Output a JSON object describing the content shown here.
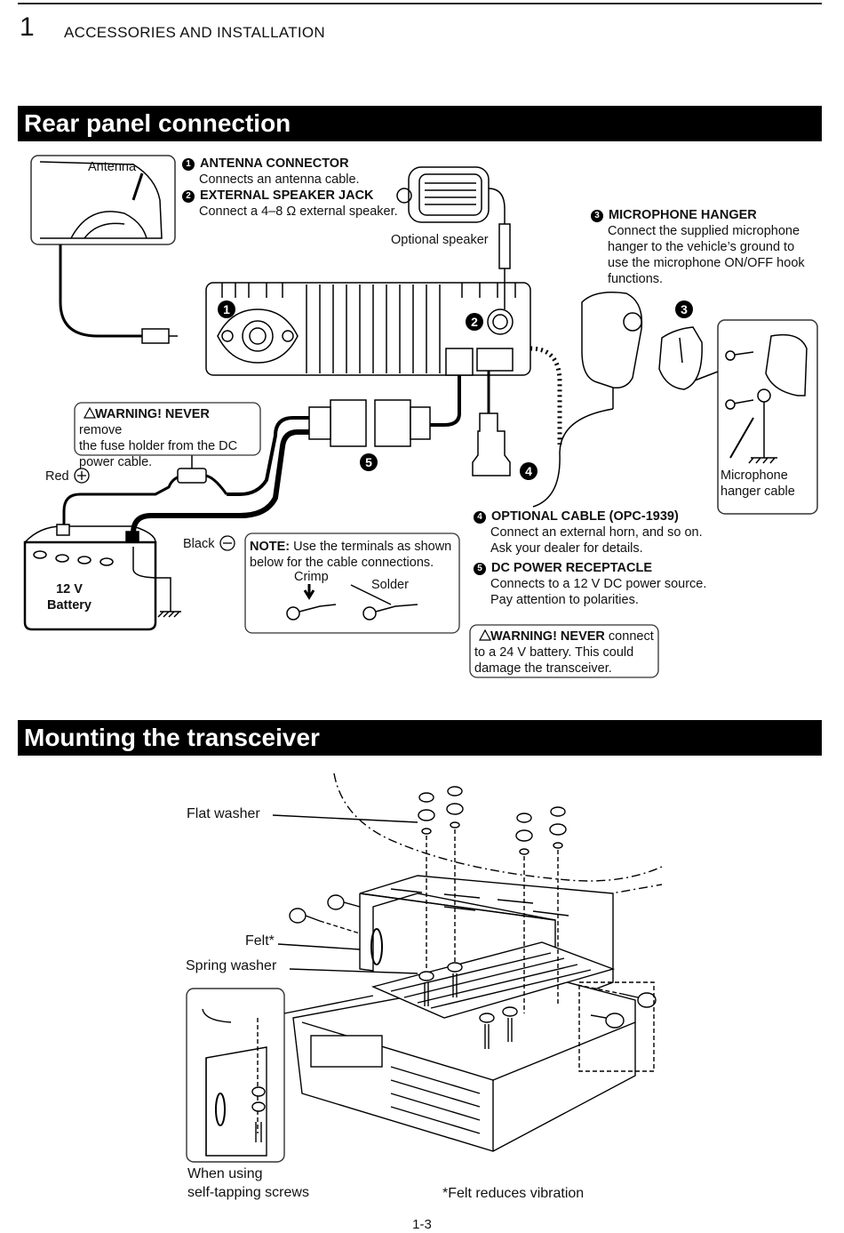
{
  "header": {
    "chapter_number": "1",
    "chapter_title": "ACCESSORIES AND INSTALLATION"
  },
  "section1": {
    "title": "Rear panel connection",
    "antenna_label": "Antenna",
    "items": {
      "antenna_connector": {
        "num": "1",
        "title": "ANTENNA CONNECTOR",
        "desc": "Connects an antenna cable."
      },
      "ext_speaker": {
        "num": "2",
        "title": "EXTERNAL SPEAKER JACK",
        "desc": "Connect a 4–8 Ω external speaker."
      },
      "mic_hanger": {
        "num": "3",
        "title": "MICROPHONE HANGER",
        "desc_lines": [
          "Connect the supplied microphone",
          "hanger to the vehicle’s ground to",
          "use the microphone ON/OFF hook",
          "functions."
        ]
      },
      "optional_cable": {
        "num": "4",
        "title": "OPTIONAL CABLE (OPC-1939)",
        "desc_lines": [
          "Connect an external horn, and so on.",
          "Ask your dealer for details."
        ]
      },
      "dc_power": {
        "num": "5",
        "title": "DC POWER RECEPTACLE",
        "desc_lines": [
          "Connects to a 12 V DC power source.",
          "Pay attention to polarities."
        ]
      }
    },
    "optional_speaker_label": "Optional speaker",
    "warning_fuse": {
      "lead": "WARNING! NEVER",
      "rest": " remove",
      "lines": [
        "the fuse holder from the DC",
        "power cable."
      ]
    },
    "red_label": "Red",
    "black_label": "Black",
    "battery_label": [
      "12 V",
      "Battery"
    ],
    "note": {
      "lead": "NOTE:",
      "rest": " Use the terminals as shown",
      "line2": "below for the cable connections.",
      "crimp": "Crimp",
      "solder": "Solder"
    },
    "warning_battery": {
      "lead": "WARNING! NEVER",
      "rest": " connect",
      "lines": [
        "to a 24 V battery. This could",
        "damage the transceiver."
      ]
    },
    "mic_hanger_cable_label": [
      "Microphone",
      "hanger cable"
    ],
    "diagram_numbers": {
      "n1": "1",
      "n2": "2",
      "n3": "3",
      "n4": "4",
      "n5": "5"
    }
  },
  "section2": {
    "title": "Mounting the transceiver",
    "flat_washer": "Flat washer",
    "felt": "Felt*",
    "spring_washer": "Spring washer",
    "self_tapping": [
      "When using",
      "self-tapping screws"
    ],
    "felt_note": "*Felt reduces vibration"
  },
  "footer": {
    "page": "1-3"
  }
}
